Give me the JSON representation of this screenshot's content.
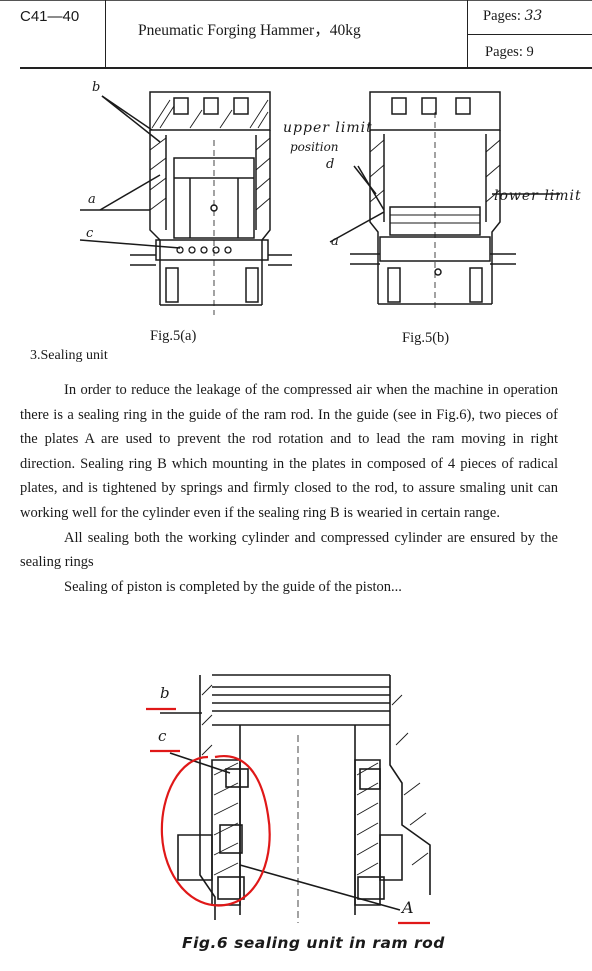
{
  "header": {
    "code": "C41—40",
    "title": "Pneumatic Forging Hammer，40kg",
    "pages_label": "Pages:",
    "pages_total": "33",
    "pages_current": "Pages: 9"
  },
  "figure5": {
    "caption_a": "Fig.5(a)",
    "caption_b": "Fig.5(b)",
    "labels": {
      "b": "b",
      "a_left": "a",
      "c": "c",
      "upper": "upper limit",
      "position": "position",
      "d": "d",
      "lower": "lower limit",
      "a_right": "a"
    }
  },
  "section": {
    "title": "3.Sealing unit",
    "paragraphs": [
      "In order to reduce the leakage of the compressed air when the machine in operation there is a sealing ring in the guide of the ram rod. In the guide (see in Fig.6), two pieces of the plates A are used to prevent the rod rotation and to lead the ram moving in right direction. Sealing ring B which mounting in the plates in composed of 4 pieces of radical plates, and is tightened by springs and firmly closed to the rod, to assure smaling unit can working well for the cylinder even if the sealing ring B is wearied in certain range.",
      "All sealing both the working cylinder and compressed cylinder are ensured by the sealing rings",
      "Sealing of piston is completed by the guide of the piston..."
    ]
  },
  "figure6": {
    "caption": "Fig.6 sealing unit in ram rod",
    "labels": {
      "b": "b",
      "c": "c",
      "A": "A"
    }
  },
  "colors": {
    "ink": "#1a1a1a",
    "annotation": "#e01818"
  }
}
